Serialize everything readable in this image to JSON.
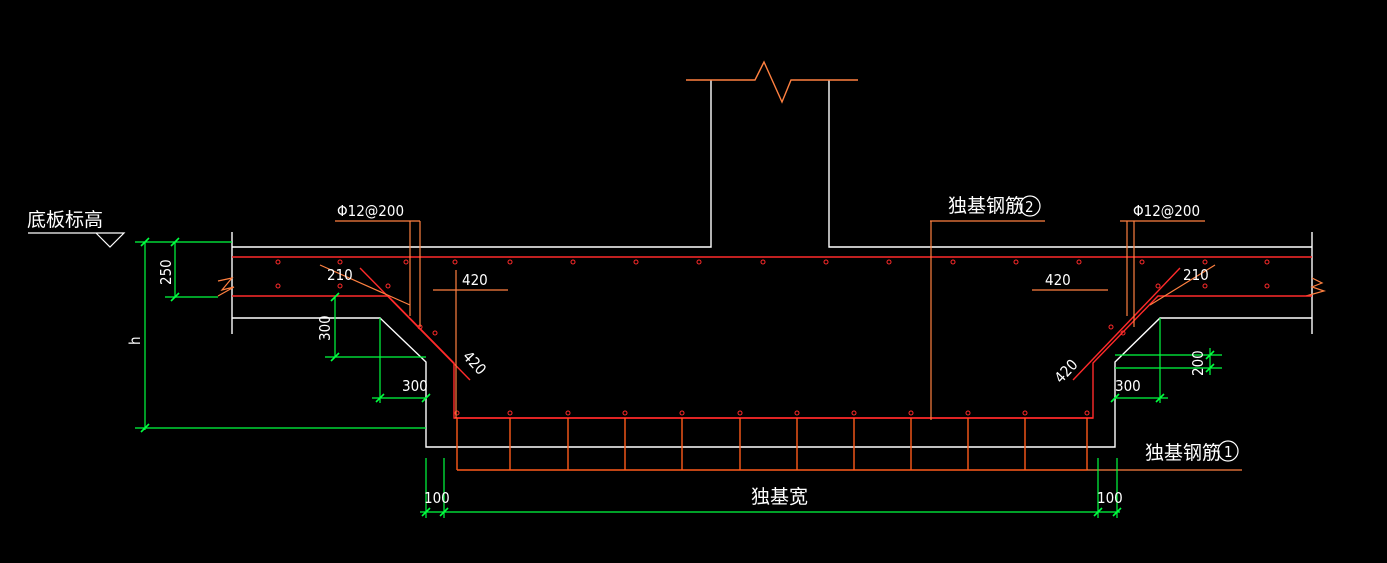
{
  "labels": {
    "base_elevation": "底板标高",
    "rebar_spec_left": "Φ12@200",
    "rebar_spec_right": "Φ12@200",
    "footing_rebar_2": "独基钢筋",
    "circle_2": "2",
    "footing_rebar_1": "独基钢筋",
    "circle_1": "1",
    "footing_width": "独基宽",
    "h": "h"
  },
  "dimensions": {
    "slab_thickness": "250",
    "anchor_left": "210",
    "anchor_right": "210",
    "lap_left_h": "420",
    "lap_left_diag": "420",
    "lap_right_h": "420",
    "lap_right_diag": "420",
    "step_left_v": "300",
    "step_left_h": "300",
    "step_right_h": "300",
    "step_right_v": "200",
    "cover_left": "100",
    "cover_right": "100"
  },
  "colors": {
    "background": "#000000",
    "outline": "#ffffff",
    "rebar": "#ff2a2a",
    "leader": "#ff8040",
    "dimension": "#00ff40",
    "text": "#ffffff"
  }
}
